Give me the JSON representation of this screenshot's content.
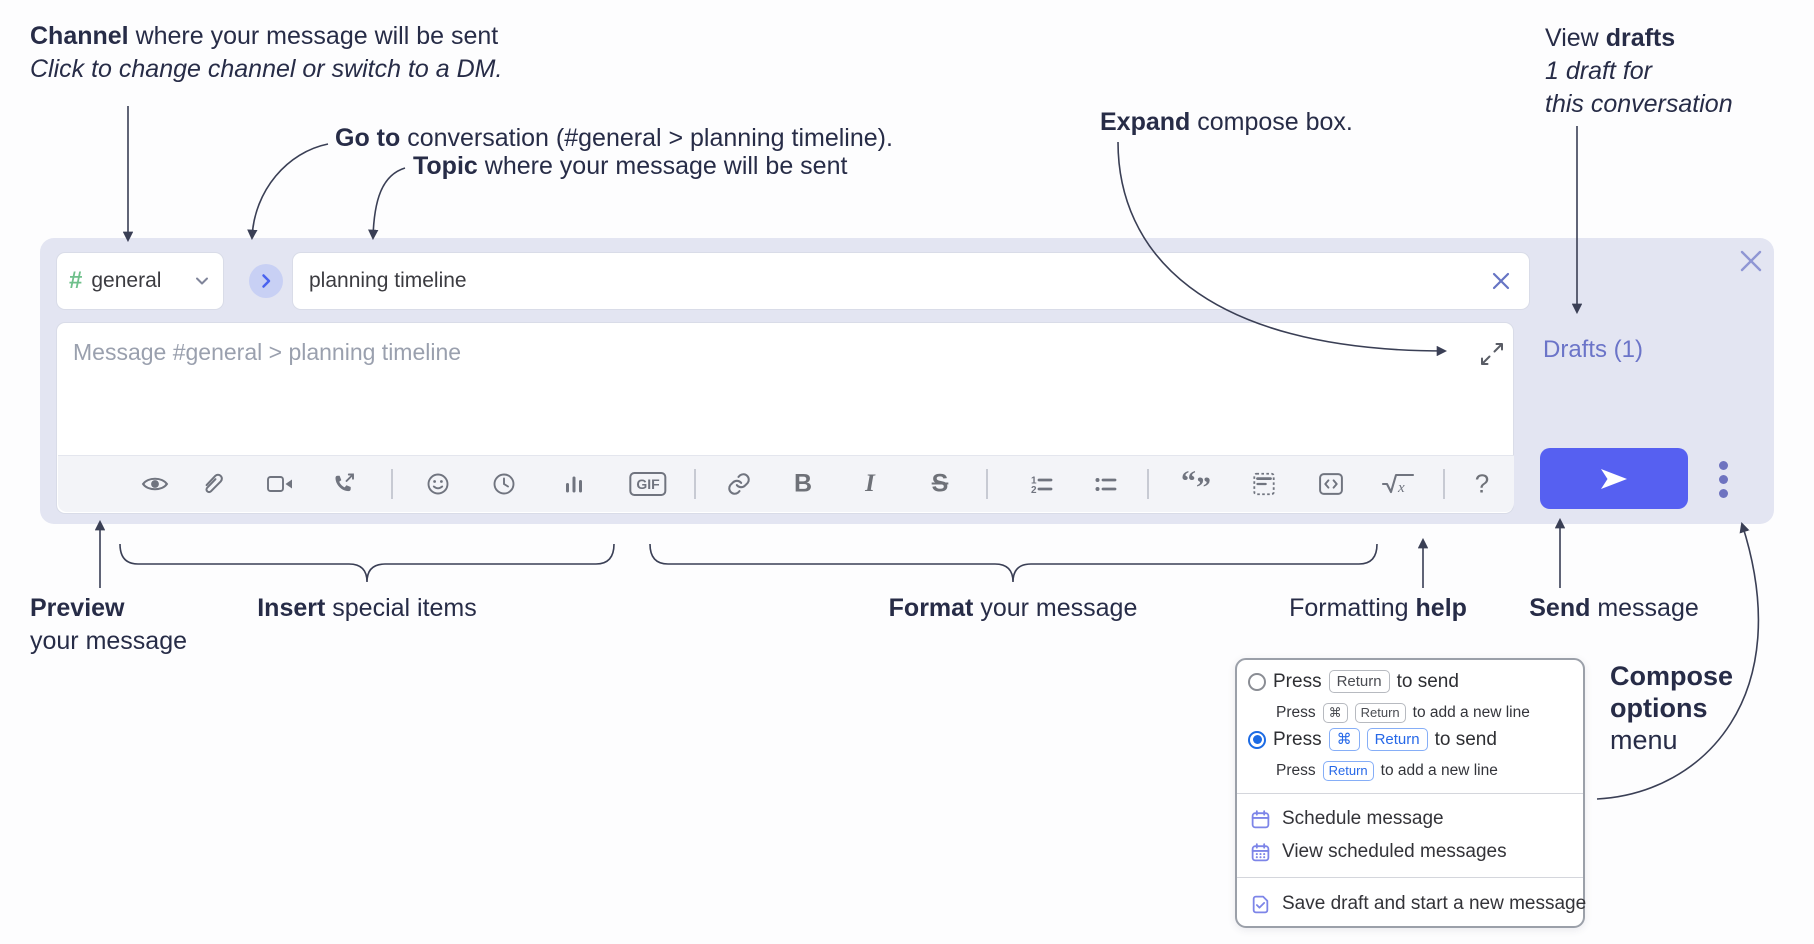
{
  "annotations": {
    "channel": {
      "bold": "Channel",
      "rest": " where your message will be sent",
      "line2": "Click to change channel or switch to a DM."
    },
    "goto": {
      "bold": "Go to",
      "rest": " conversation (#general > planning timeline)."
    },
    "topic": {
      "bold": "Topic",
      "rest": " where your message will be sent"
    },
    "expand": {
      "bold": "Expand",
      "rest": " compose box."
    },
    "drafts": {
      "line1_regular": "View ",
      "line1_bold": "drafts",
      "line2": "1 draft for",
      "line3": "this conversation"
    },
    "preview": {
      "bold": "Preview",
      "line2": "your message"
    },
    "insert": {
      "bold": "Insert",
      "rest": " special items"
    },
    "format": {
      "bold": "Format",
      "rest": " your message"
    },
    "formatting_help": {
      "regular": "Formatting ",
      "bold": "help"
    },
    "send": {
      "bold": "Send",
      "rest": " message"
    },
    "compose_options": {
      "bold1": "Compose",
      "bold2": "options",
      "regular": "menu"
    }
  },
  "compose": {
    "hash": "#",
    "channel_name": "general",
    "topic_value": "planning timeline",
    "message_placeholder": "Message #general > planning timeline",
    "drafts_link": "Drafts (1)",
    "gif_label": "GIF",
    "bold_label": "B",
    "italic_label": "I",
    "strike_label": "S",
    "help_label": "?"
  },
  "toolbar_icons": [
    "preview-eye",
    "attach-paperclip",
    "start-video-call",
    "start-voice-call",
    "emoji",
    "add-global-time",
    "add-poll",
    "add-gif",
    "link",
    "bold",
    "italic",
    "strikethrough",
    "numbered-list",
    "bulleted-list",
    "quote",
    "spoiler",
    "code",
    "math",
    "message-formatting-help"
  ],
  "popup": {
    "opt1": {
      "press": "Press",
      "k1": "Return",
      "tail": "to send"
    },
    "opt1sub": {
      "press": "Press",
      "k1": "⌘",
      "k2": "Return",
      "tail": "to add a new line"
    },
    "opt2": {
      "press": "Press",
      "k1": "⌘",
      "k2": "Return",
      "tail": "to send"
    },
    "opt2sub": {
      "press": "Press",
      "k1": "Return",
      "tail": "to add a new line"
    },
    "menu": [
      {
        "icon": "calendar-icon",
        "label": "Schedule message"
      },
      {
        "icon": "calendar-grid-icon",
        "label": "View scheduled messages"
      },
      {
        "icon": "save-draft-icon",
        "label": "Save draft and start a new message"
      }
    ]
  },
  "colors": {
    "compose_bg": "#e3e5f2",
    "send_button": "#5660f1",
    "drafts_link": "#6b74c8",
    "accent_blue": "#4a63ef",
    "channel_green": "#6fc08b",
    "kbd_blue": "#2668e8",
    "radio_selected": "#1c6be4",
    "menu_icon_purple": "#7d85e8",
    "annotation_text": "#272c47",
    "toolbar_icon": "#70747f"
  }
}
